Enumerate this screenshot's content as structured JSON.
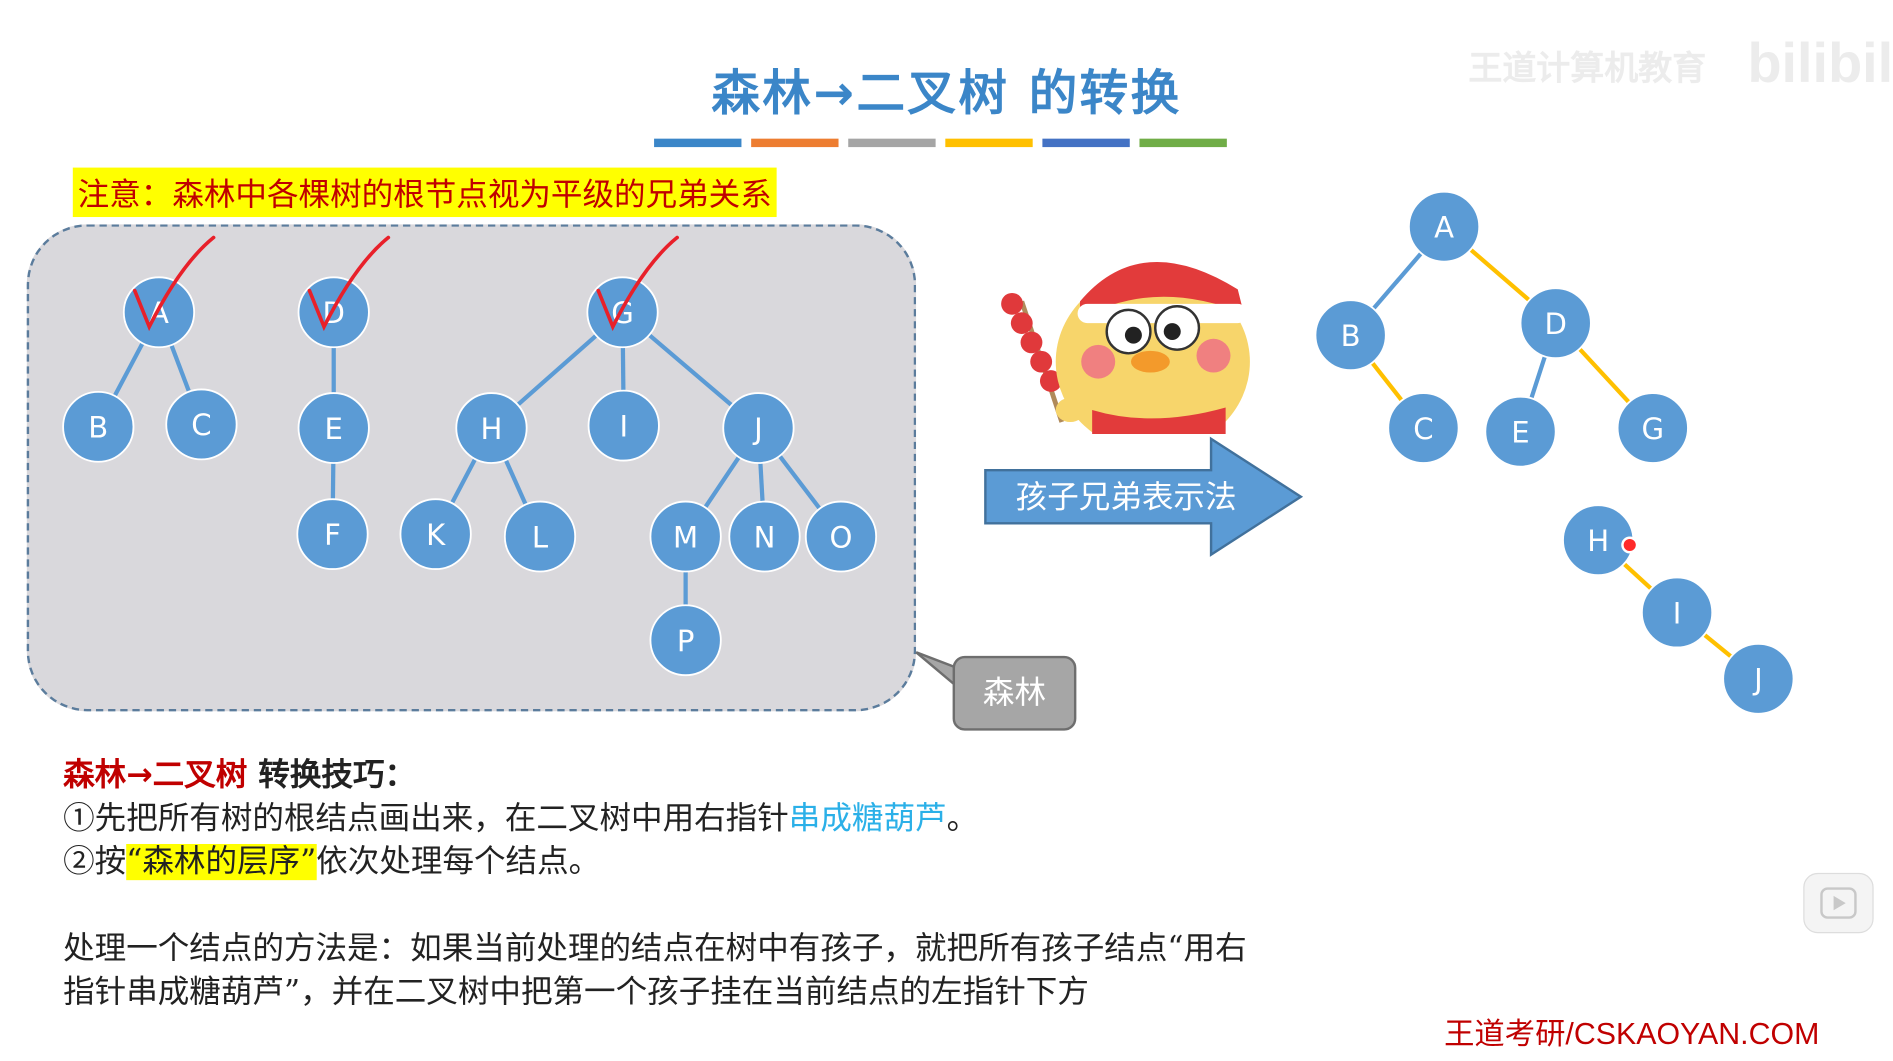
{
  "title": "森林→二叉树 的转换",
  "accent_bars": [
    "#3b86c8",
    "#ed7d31",
    "#a5a5a5",
    "#ffc000",
    "#4472c4",
    "#70ad47"
  ],
  "note": "注意：森林中各棵树的根节点视为平级的兄弟关系",
  "forest": {
    "nodes": [
      {
        "id": "A",
        "checked": true
      },
      {
        "id": "B"
      },
      {
        "id": "C"
      },
      {
        "id": "D",
        "checked": true
      },
      {
        "id": "E"
      },
      {
        "id": "F"
      },
      {
        "id": "G",
        "checked": true
      },
      {
        "id": "H"
      },
      {
        "id": "I"
      },
      {
        "id": "J"
      },
      {
        "id": "K"
      },
      {
        "id": "L"
      },
      {
        "id": "M"
      },
      {
        "id": "N"
      },
      {
        "id": "O"
      },
      {
        "id": "P"
      }
    ],
    "edges": [
      [
        "A",
        "B"
      ],
      [
        "A",
        "C"
      ],
      [
        "D",
        "E"
      ],
      [
        "E",
        "F"
      ],
      [
        "G",
        "H"
      ],
      [
        "G",
        "I"
      ],
      [
        "G",
        "J"
      ],
      [
        "H",
        "K"
      ],
      [
        "H",
        "L"
      ],
      [
        "J",
        "M"
      ],
      [
        "J",
        "N"
      ],
      [
        "J",
        "O"
      ],
      [
        "M",
        "P"
      ]
    ]
  },
  "arrow_label": "孩子兄弟表示法",
  "callout": "森林",
  "binary_tree": {
    "nodes": [
      {
        "id": "A"
      },
      {
        "id": "B"
      },
      {
        "id": "D"
      },
      {
        "id": "C"
      },
      {
        "id": "E"
      },
      {
        "id": "G"
      },
      {
        "id": "H"
      },
      {
        "id": "I"
      },
      {
        "id": "J"
      }
    ],
    "edges": [
      {
        "from": "A",
        "to": "B",
        "kind": "left-child"
      },
      {
        "from": "A",
        "to": "D",
        "kind": "right-sibling"
      },
      {
        "from": "B",
        "to": "C",
        "kind": "right-sibling"
      },
      {
        "from": "D",
        "to": "E",
        "kind": "left-child"
      },
      {
        "from": "D",
        "to": "G",
        "kind": "right-sibling"
      },
      {
        "from": "H",
        "to": "I",
        "kind": "right-sibling"
      },
      {
        "from": "I",
        "to": "J",
        "kind": "right-sibling"
      }
    ]
  },
  "node_color": "#5b9bd5",
  "left_edge_color": "#5b9bd5",
  "right_edge_color": "#ffc000",
  "tips": {
    "heading_red": "森林→二叉树",
    "heading_rest": " 转换技巧：",
    "step1_pre": "①先把所有树的根结点画出来，在二叉树中用右指针",
    "step1_blue": "串成糖葫芦",
    "step1_post": "。",
    "step2_pre": "②按",
    "step2_hl": "“森林的层序”",
    "step2_post": "依次处理每个结点。"
  },
  "method": {
    "line1": "处理一个结点的方法是：如果当前处理的结点在树中有孩子，就把所有孩子结点“用右",
    "line2": "指针串成糖葫芦”，并在二叉树中把第一个孩子挂在当前结点的左指针下方"
  },
  "footer": "王道考研/CSKAOYAN.COM",
  "watermark": "王道计算机教育",
  "watermark_logo": "bilibili",
  "mascot_icon": "mascot-bird-with-tanghulu-icon"
}
